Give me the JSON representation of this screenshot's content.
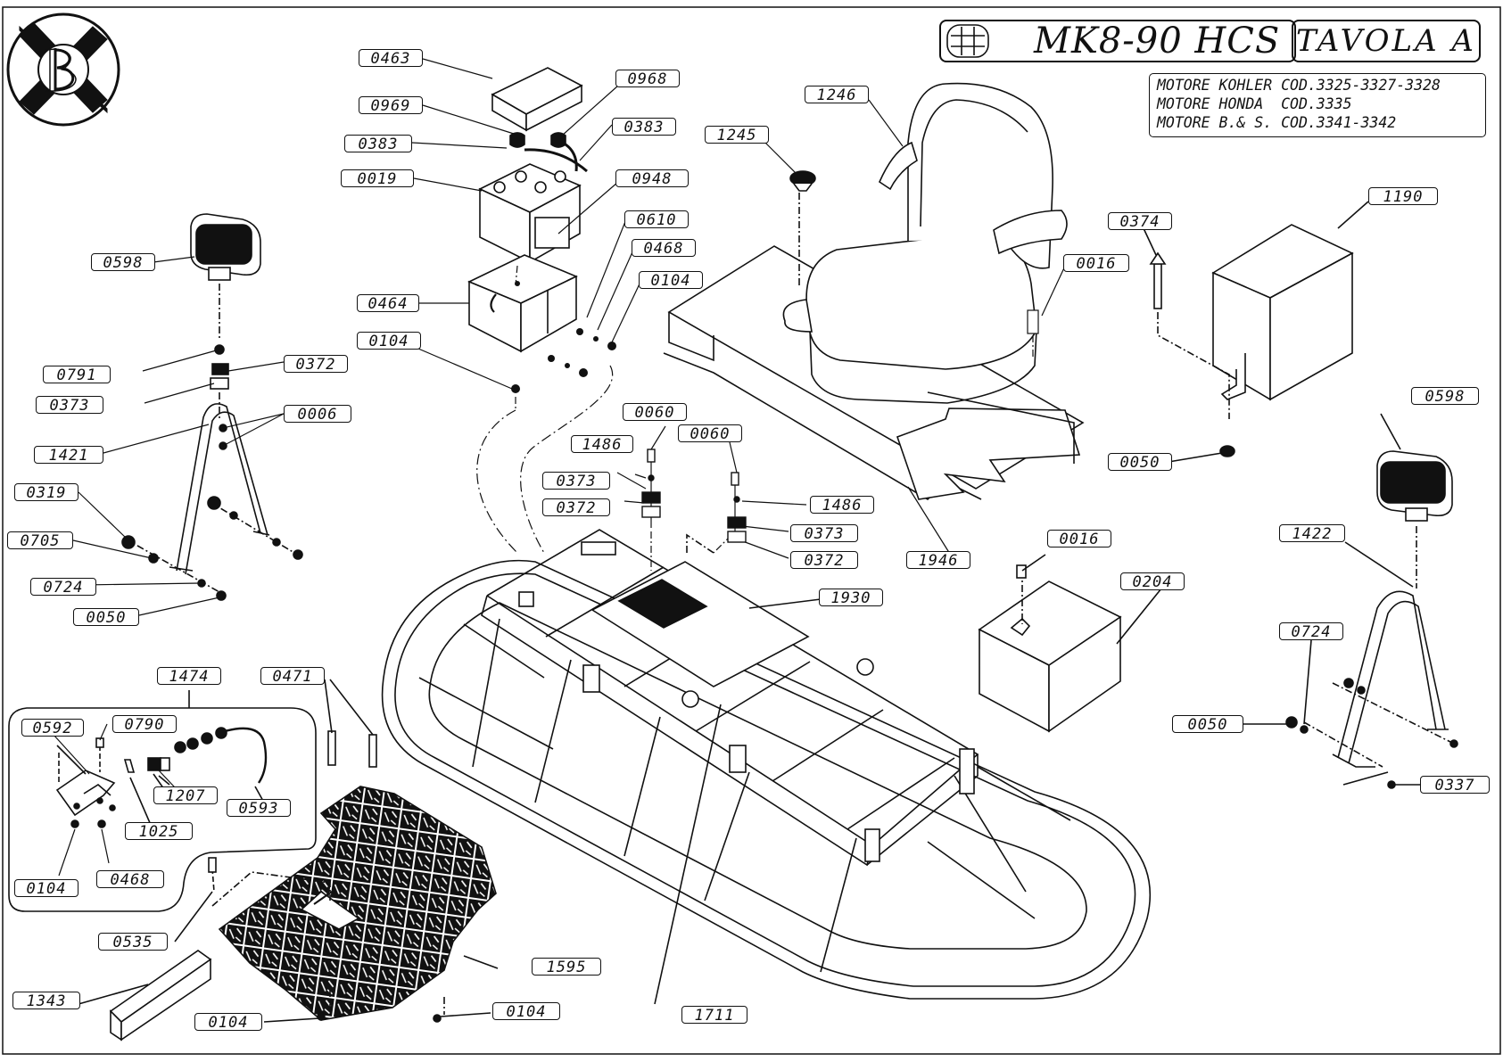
{
  "header": {
    "model": "MK8-90 HCS",
    "table": "TAVOLA A",
    "engines": [
      "MOTORE KOHLER COD.3325-3327-3328",
      "MOTORE HONDA  COD.3335",
      "MOTORE B.& S. COD.3341-3342"
    ]
  },
  "parts": {
    "p0463": "0463",
    "p0968": "0968",
    "p0969": "0969",
    "p0383a": "0383",
    "p0383b": "0383",
    "p0019": "0019",
    "p0948": "0948",
    "p0610": "0610",
    "p0468a": "0468",
    "p0104a": "0104",
    "p0464": "0464",
    "p0104b": "0104",
    "p0598a": "0598",
    "p0791": "0791",
    "p0373a": "0373",
    "p0372a": "0372",
    "p1421": "1421",
    "p0006": "0006",
    "p0319": "0319",
    "p0705": "0705",
    "p0724a": "0724",
    "p0050a": "0050",
    "p1246": "1246",
    "p1245": "1245",
    "p0016a": "0016",
    "p0374": "0374",
    "p1190": "1190",
    "p0050b": "0050",
    "p0598b": "0598",
    "p0060a": "0060",
    "p0060b": "0060",
    "p1486a": "1486",
    "p1486b": "1486",
    "p0373b": "0373",
    "p0372b": "0372",
    "p0373c": "0373",
    "p0372c": "0372",
    "p1946": "1946",
    "p0016b": "0016",
    "p0204": "0204",
    "p1930": "1930",
    "p1422": "1422",
    "p0724b": "0724",
    "p0050c": "0050",
    "p0337": "0337",
    "p1474": "1474",
    "p0471": "0471",
    "p0592": "0592",
    "p0790": "0790",
    "p1207": "1207",
    "p0593": "0593",
    "p1025": "1025",
    "p0104c": "0104",
    "p0468b": "0468",
    "p0535": "0535",
    "p1595": "1595",
    "p1343": "1343",
    "p0104d": "0104",
    "p0104e": "0104",
    "p1711": "1711"
  }
}
